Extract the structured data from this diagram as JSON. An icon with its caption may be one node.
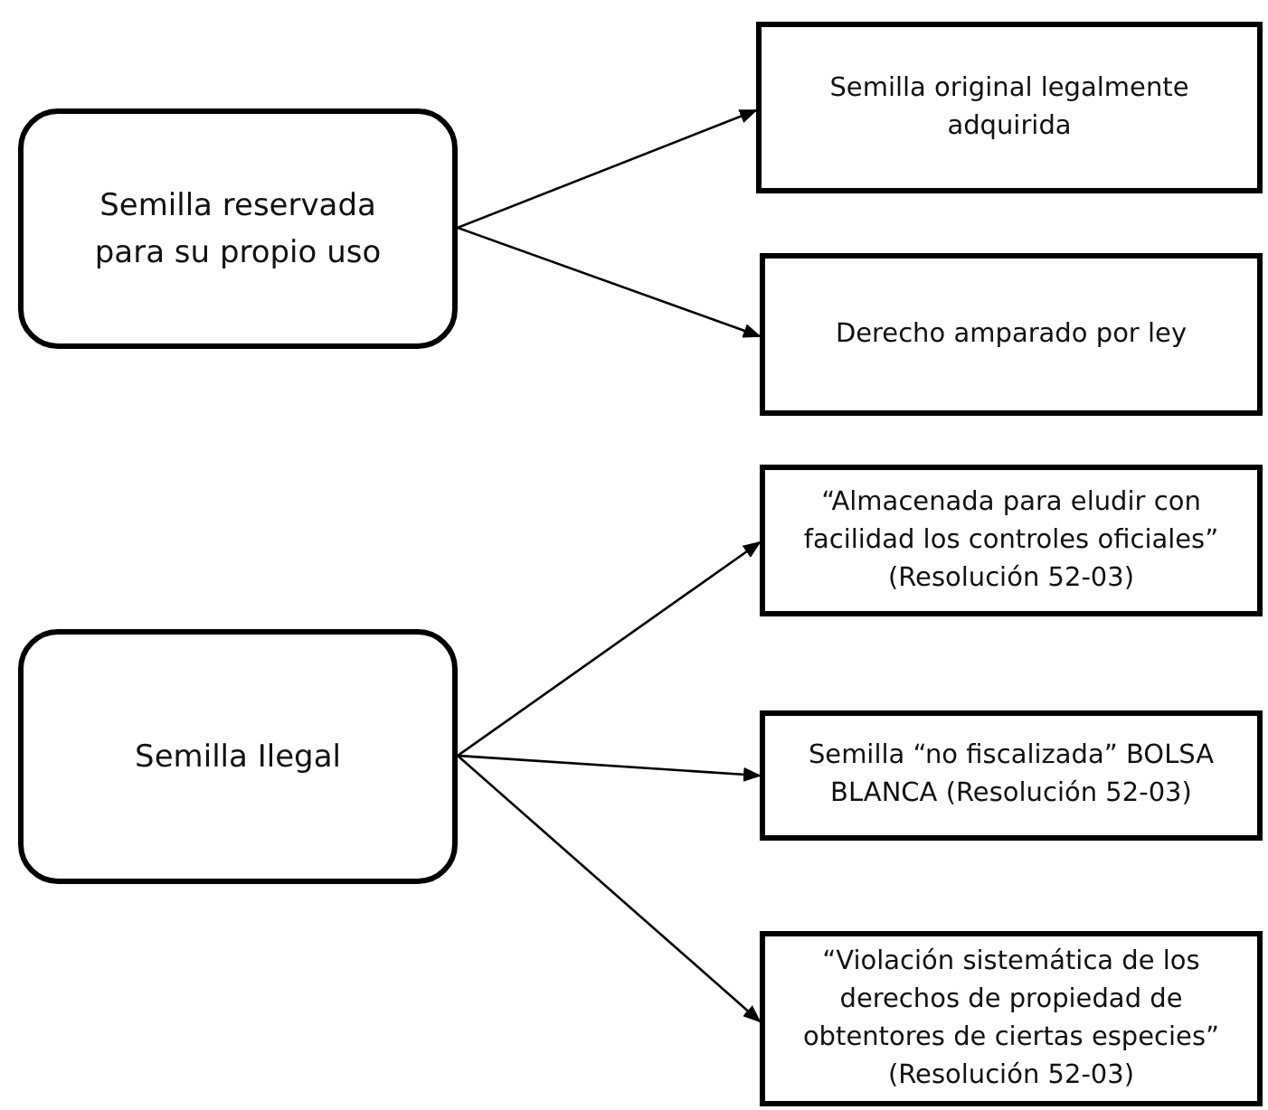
{
  "diagram": {
    "nodes": [
      {
        "text": [
          "Semilla reservada para su propio uso"
        ]
      },
      {
        "text": [
          "Semilla original legalmente adquirida"
        ]
      },
      {
        "text": [
          "Derecho amparado por ley"
        ]
      },
      {
        "text": [
          "Semilla Ilegal"
        ]
      },
      {
        "text": [
          "“Almacenada para eludir con facilidad los controles oficiales” (Resolución 52-03)"
        ]
      },
      {
        "text": [
          "Semilla “no fiscalizada” BOLSA BLANCA (Resolución 52-03)"
        ]
      },
      {
        "text": [
          "“Violación sistemática de los derechos de propiedad de obtentores de ciertas especies” (Resolución 52-03)"
        ]
      }
    ],
    "edges": [
      {
        "from": 0,
        "to": 1,
        "arrow": "to"
      },
      {
        "from": 0,
        "to": 2,
        "arrow": "to"
      },
      {
        "from": 3,
        "to": 4,
        "arrow": "to"
      },
      {
        "from": 3,
        "to": 5,
        "arrow": "to"
      },
      {
        "from": 3,
        "to": 6,
        "arrow": "to"
      }
    ]
  }
}
